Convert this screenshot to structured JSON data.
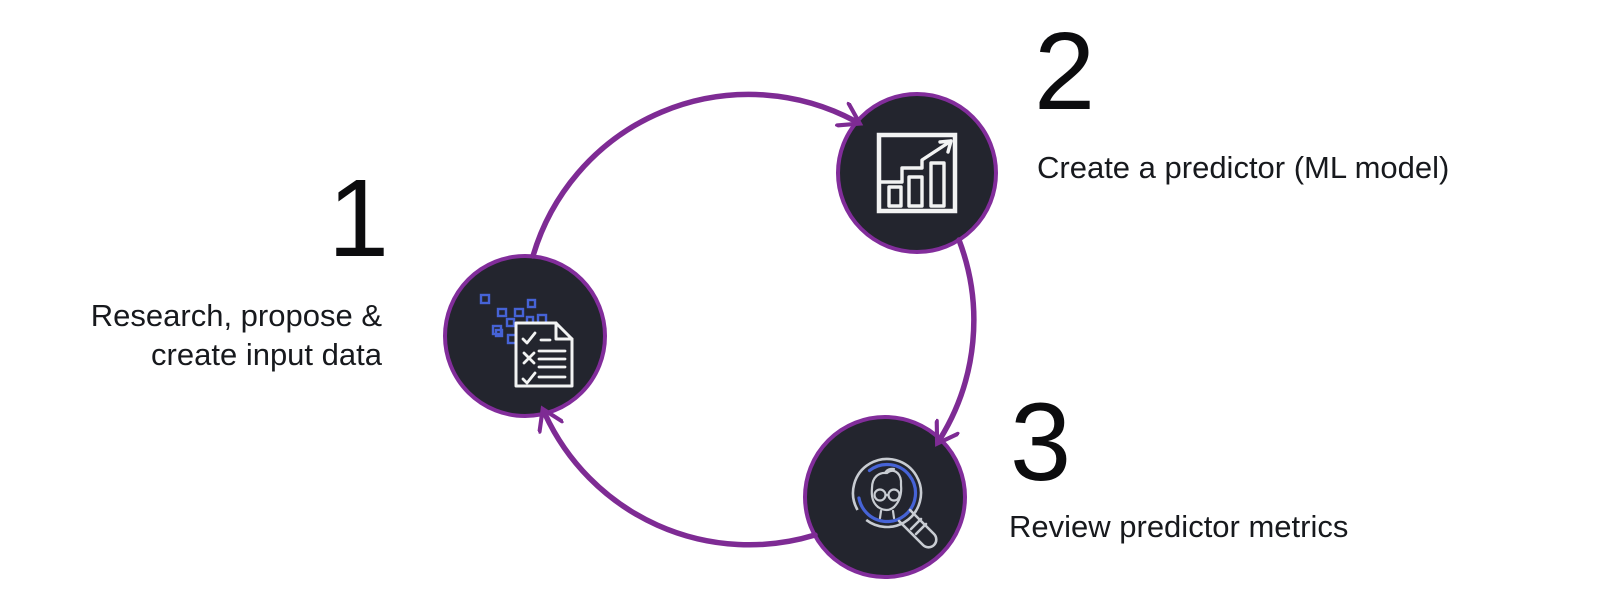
{
  "diagram": {
    "type": "cycle",
    "direction": "clockwise",
    "steps": [
      {
        "number": "1",
        "label": "Research, propose &\ncreate input data",
        "icon": "checklist-document-icon"
      },
      {
        "number": "2",
        "label": "Create a predictor (ML model)",
        "icon": "bar-chart-growth-icon"
      },
      {
        "number": "3",
        "label": "Review predictor metrics",
        "icon": "magnifier-person-icon"
      }
    ],
    "colors": {
      "arrow_purple": "#7e2b94",
      "node_border_purple": "#822d9b",
      "node_fill": "#23252e",
      "icon_blue": "#4663d6",
      "icon_white": "#f2f3f3",
      "icon_gray": "#c8ccd2",
      "text": "#17191d"
    }
  }
}
